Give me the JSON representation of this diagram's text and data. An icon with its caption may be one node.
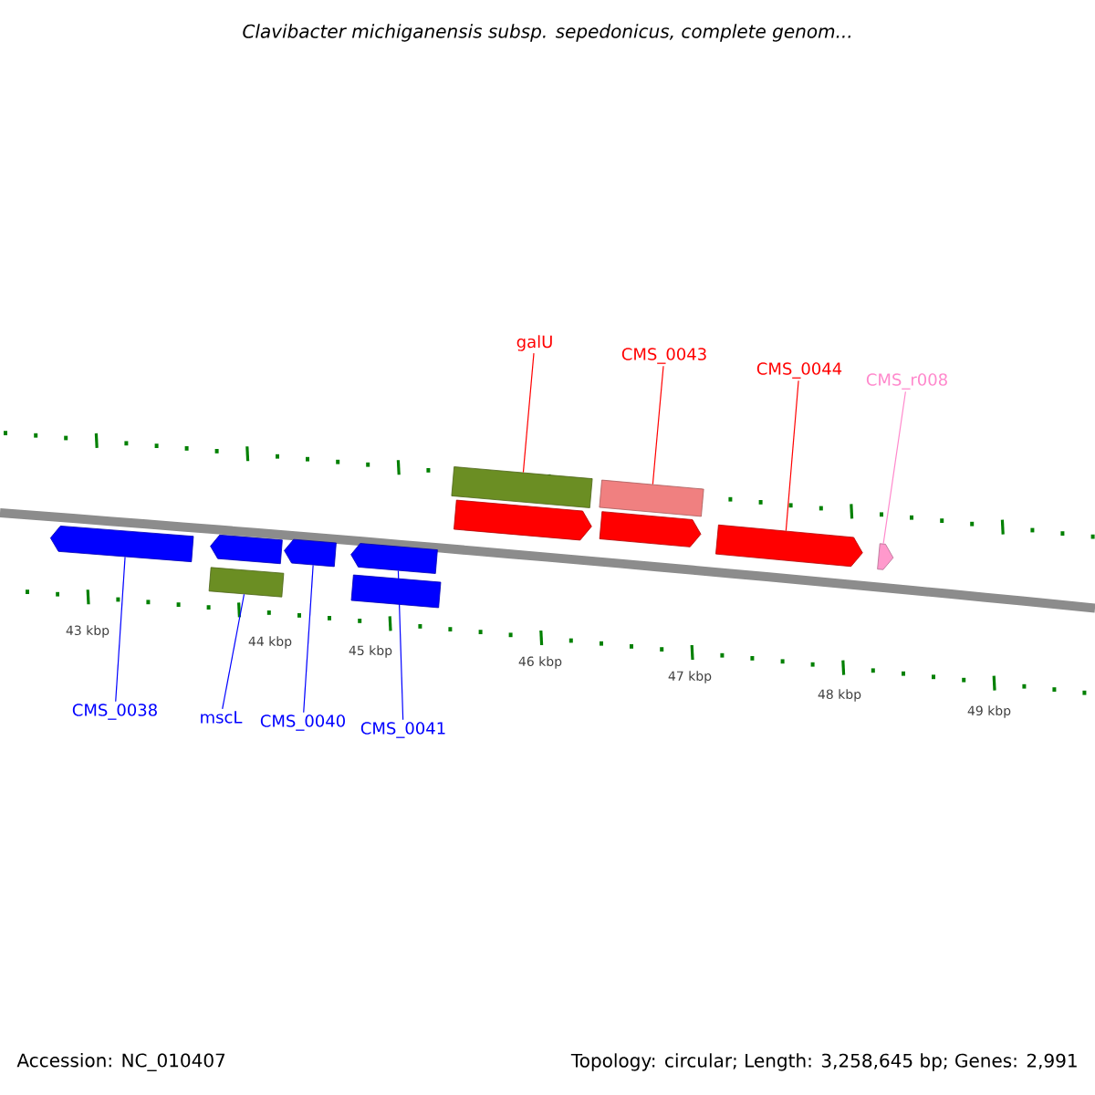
{
  "diagram": {
    "title": "Clavibacter michiganensis subsp. sepedonicus, complete genom...",
    "nodes": [
      {
        "text": [
          "CMS_0038"
        ]
      },
      {
        "text": [
          "mscL"
        ]
      },
      {
        "text": [
          "CMS_0040"
        ]
      },
      {
        "text": [
          "CMS_0041"
        ]
      },
      {
        "text": [
          "galU"
        ]
      },
      {
        "text": [
          "CMS_0043"
        ]
      },
      {
        "text": [
          "CMS_0044"
        ]
      },
      {
        "text": [
          "CMS_r008"
        ]
      },
      {
        "text": [],
        "shape": "arrow"
      },
      {
        "text": [],
        "shape": "arrow"
      },
      {
        "text": [],
        "shape": "bar"
      },
      {
        "text": [],
        "shape": "arrow"
      },
      {
        "text": [],
        "shape": "arrow"
      },
      {
        "text": [],
        "shape": "bar"
      },
      {
        "text": [],
        "shape": "bar"
      },
      {
        "text": [],
        "shape": "arrow"
      },
      {
        "text": [],
        "shape": "bar"
      },
      {
        "text": [],
        "shape": "arrow"
      },
      {
        "text": [],
        "shape": "arrow"
      },
      {
        "text": [],
        "shape": "arrow"
      }
    ],
    "edges": [
      {
        "from": 0,
        "to": 8,
        "arrow": "none",
        "color": "#0000ff"
      },
      {
        "from": 1,
        "to": 10,
        "arrow": "none",
        "color": "#0000ff"
      },
      {
        "from": 2,
        "to": 11,
        "arrow": "none",
        "color": "#0000ff"
      },
      {
        "from": 3,
        "to": 12,
        "arrow": "none",
        "color": "#0000ff"
      },
      {
        "from": 4,
        "to": 14,
        "arrow": "none",
        "color": "#ff0000"
      },
      {
        "from": 5,
        "to": 16,
        "arrow": "none",
        "color": "#ff0000"
      },
      {
        "from": 6,
        "to": 18,
        "arrow": "none",
        "color": "#ff0000"
      },
      {
        "from": 7,
        "to": 19,
        "arrow": "none",
        "color": "#ff88cc"
      }
    ],
    "labels": [
      "43 kbp",
      "44 kbp",
      "45 kbp",
      "46 kbp",
      "47 kbp",
      "48 kbp",
      "49 kbp",
      "Accession: NC_010407",
      "Topology: circular; Length: 3,258,645 bp; Genes: 2,991"
    ]
  }
}
